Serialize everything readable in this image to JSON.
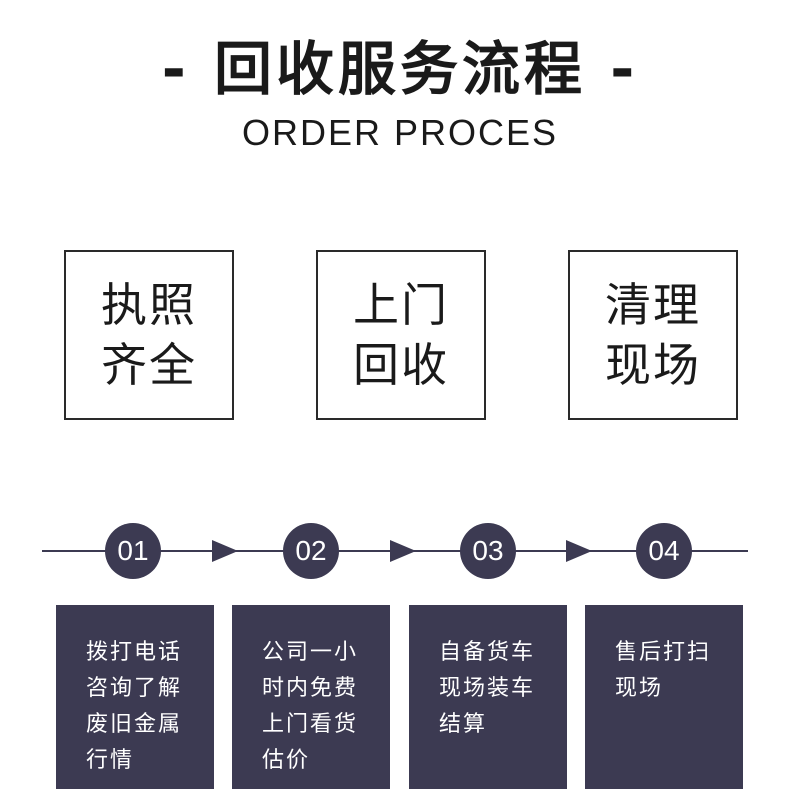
{
  "title": "- 回收服务流程 -",
  "subtitle": "ORDER PROCES",
  "features": [
    {
      "line1": "执照",
      "line2": "齐全"
    },
    {
      "line1": "上门",
      "line2": "回收"
    },
    {
      "line1": "清理",
      "line2": "现场"
    }
  ],
  "steps": [
    {
      "number": "01",
      "lines": [
        "拨打电话",
        "咨询了解",
        "废旧金属",
        "行情"
      ]
    },
    {
      "number": "02",
      "lines": [
        "公司一小",
        "时内免费",
        "上门看货",
        "估价"
      ]
    },
    {
      "number": "03",
      "lines": [
        "自备货车",
        "现场装车",
        "结算"
      ]
    },
    {
      "number": "04",
      "lines": [
        "售后打扫",
        "现场"
      ]
    }
  ],
  "colors": {
    "accent": "#3c3a52"
  }
}
